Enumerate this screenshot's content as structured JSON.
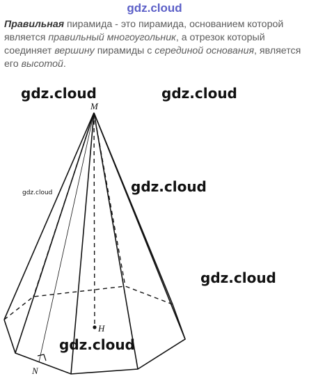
{
  "header": {
    "site": "gdz.cloud"
  },
  "definition": {
    "term": "Правильная",
    "t1": " пирамида - это пирамида, основанием которой является ",
    "i1": "правильный многоугольник",
    "t2": ", а отрезок который соединяет ",
    "i2": "вершину",
    "t3": " пирамиды с ",
    "i3": "серединой основания",
    "t4": ", является его ",
    "i4": "высотой",
    "t5": "."
  },
  "figure": {
    "apex_label": "M",
    "center_label": "H",
    "base_point_label": "N"
  },
  "watermarks": [
    "gdz.cloud",
    "gdz.cloud",
    "gdz.cloud",
    "gdz.cloud",
    "gdz.cloud",
    "gdz.cloud"
  ]
}
